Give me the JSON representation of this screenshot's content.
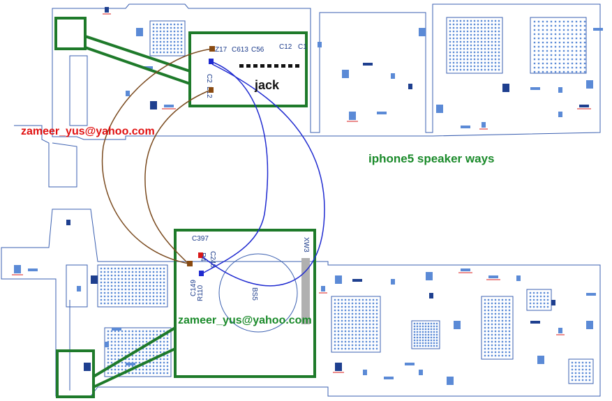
{
  "title": "iphone5 speaker ways",
  "watermarks": [
    "zameer_yus@yahoo.com",
    "zameer_yus@yahoo.com"
  ],
  "jack_label": "jack",
  "upper_components": [
    "Z17",
    "C613",
    "C56",
    "C12",
    "C1",
    "C2",
    "L12"
  ],
  "lower_components": [
    "C397",
    "C248",
    "R110",
    "BS5",
    "C149",
    "XW3",
    "R4"
  ],
  "colors": {
    "board_line": "#3a5fb0",
    "pad": "#5b8ad6",
    "highlight": "#1e7a2a",
    "brown_wire": "#7a4a1e",
    "blue_wire": "#1f2ad0",
    "title_green": "#1a8a2a",
    "watermark_red": "#e01010",
    "watermark_green": "#1a8a2a",
    "red_marks": "#d81818"
  }
}
